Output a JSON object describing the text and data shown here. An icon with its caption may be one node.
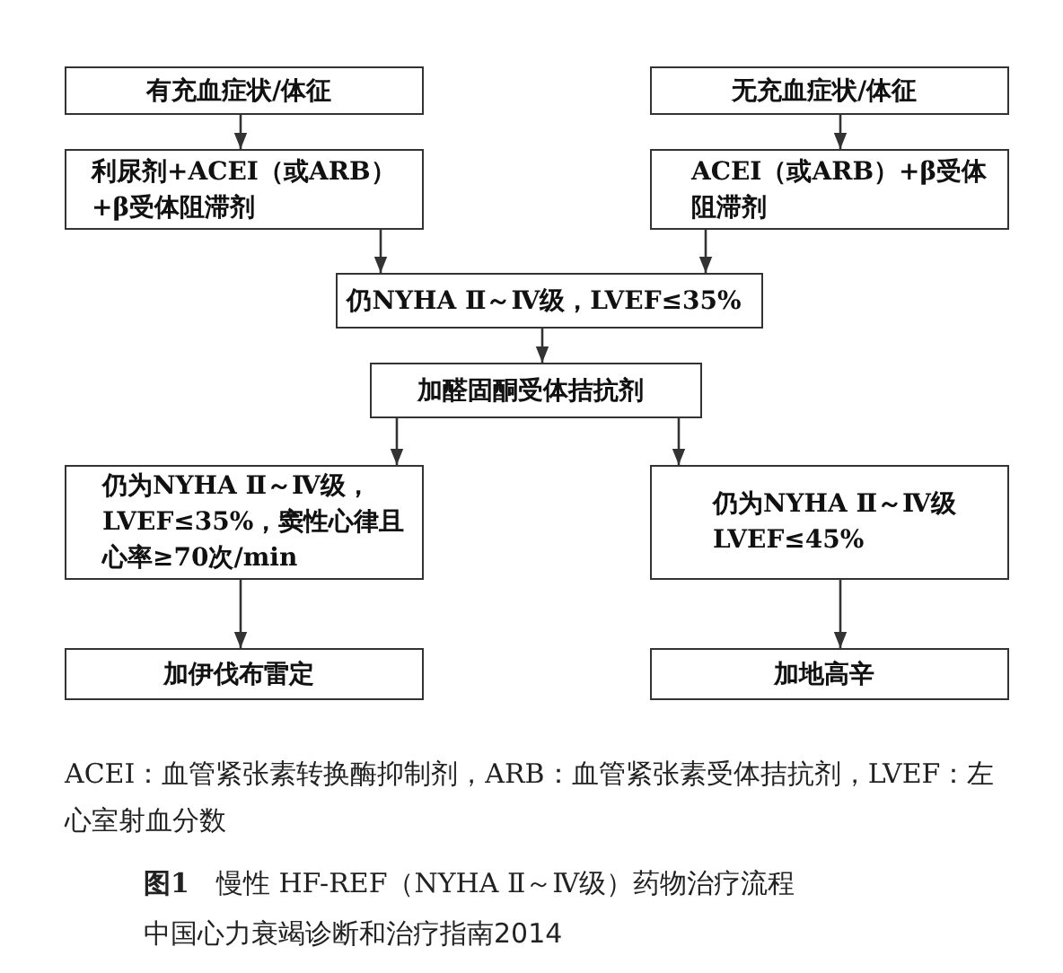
{
  "diagram": {
    "caption": "**图1**　慢性 HF-REF（NYHA Ⅱ～Ⅳ级）药物治疗流程",
    "nodes": [
      {
        "text": [
          "有充血症状/体征"
        ]
      },
      {
        "text": [
          "无充血症状/体征"
        ]
      },
      {
        "text": [
          "利尿剂+ACEI（或ARB）+β受体阻滞剂"
        ]
      },
      {
        "text": [
          "ACEI（或ARB）+β受体阻滞剂"
        ]
      },
      {
        "text": [
          "仍NYHA Ⅱ～Ⅳ级，LVEF≤35%"
        ]
      },
      {
        "text": [
          "加醛固酮受体拮抗剂"
        ]
      },
      {
        "text": [
          "仍为NYHA Ⅱ～Ⅳ级，LVEF≤35%，窦性心律且心率≥70次/min"
        ]
      },
      {
        "text": [
          "仍为NYHA Ⅱ～Ⅳ级 LVEF≤45%"
        ]
      },
      {
        "text": [
          "加伊伐布雷定"
        ]
      },
      {
        "text": [
          "加地高辛"
        ]
      }
    ],
    "edges": [
      {
        "from": 0,
        "to": 2,
        "arrow": "to"
      },
      {
        "from": 1,
        "to": 3,
        "arrow": "to"
      },
      {
        "from": 2,
        "to": 4,
        "arrow": "to"
      },
      {
        "from": 3,
        "to": 4,
        "arrow": "to"
      },
      {
        "from": 4,
        "to": 5,
        "arrow": "to"
      },
      {
        "from": 5,
        "to": 6,
        "arrow": "to"
      },
      {
        "from": 5,
        "to": 7,
        "arrow": "to"
      },
      {
        "from": 6,
        "to": 8,
        "arrow": "to"
      },
      {
        "from": 7,
        "to": 9,
        "arrow": "to"
      }
    ],
    "labels": [
      "ACEI：血管紧张素转换酶抑制剂，ARB：血管紧张素受体拮抗剂，LVEF：左心室射血分数",
      "中国心力衰竭诊断和治疗指南2014"
    ]
  }
}
